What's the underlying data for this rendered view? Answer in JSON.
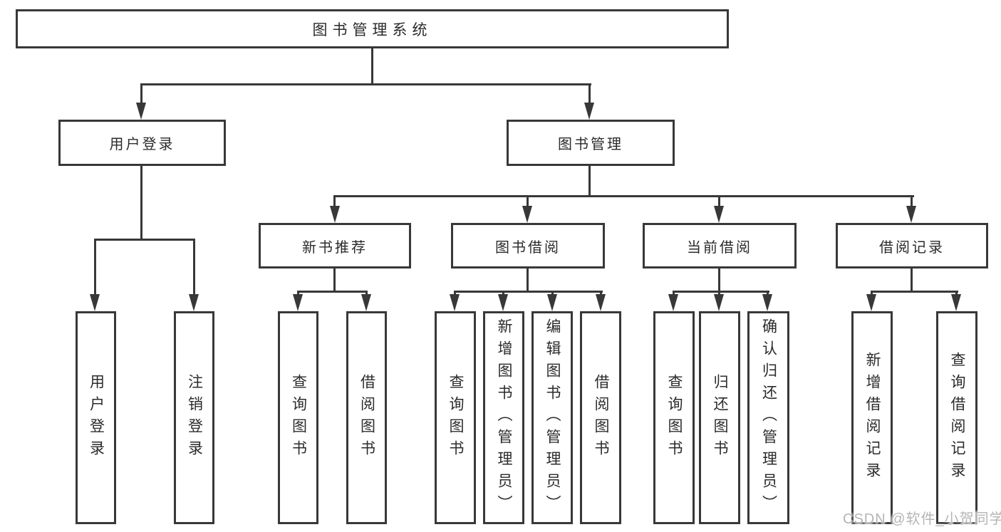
{
  "colors": {
    "line": "#383838",
    "text": "#2b2b2b",
    "background": "#ffffff",
    "watermark": "#b5b5b5"
  },
  "nodes": {
    "root": {
      "label": "图书管理系统"
    },
    "user_login": {
      "label": "用户登录"
    },
    "book_mgmt": {
      "label": "图书管理"
    },
    "new_book_rec": {
      "label": "新书推荐"
    },
    "book_borrow": {
      "label": "图书借阅"
    },
    "current_borrow": {
      "label": "当前借阅"
    },
    "borrow_records": {
      "label": "借阅记录"
    },
    "leaf_user_login": {
      "label": "用户登录"
    },
    "leaf_logout": {
      "label": "注销登录"
    },
    "leaf_search_book_1": {
      "label": "查询图书"
    },
    "leaf_borrow_book_1": {
      "label": "借阅图书"
    },
    "leaf_search_book_2": {
      "label": "查询图书"
    },
    "leaf_add_book": {
      "label": "新增图书（管理员）"
    },
    "leaf_edit_book": {
      "label": "编辑图书（管理员）"
    },
    "leaf_borrow_book_2": {
      "label": "借阅图书"
    },
    "leaf_search_book_3": {
      "label": "查询图书"
    },
    "leaf_return_book": {
      "label": "归还图书"
    },
    "leaf_confirm_return": {
      "label": "确认归还（管理员）"
    },
    "leaf_add_borrow_record": {
      "label": "新增借阅记录"
    },
    "leaf_search_borrow_record": {
      "label": "查询借阅记录"
    }
  },
  "watermark": {
    "text": "CSDN @软件_小贺同学"
  }
}
